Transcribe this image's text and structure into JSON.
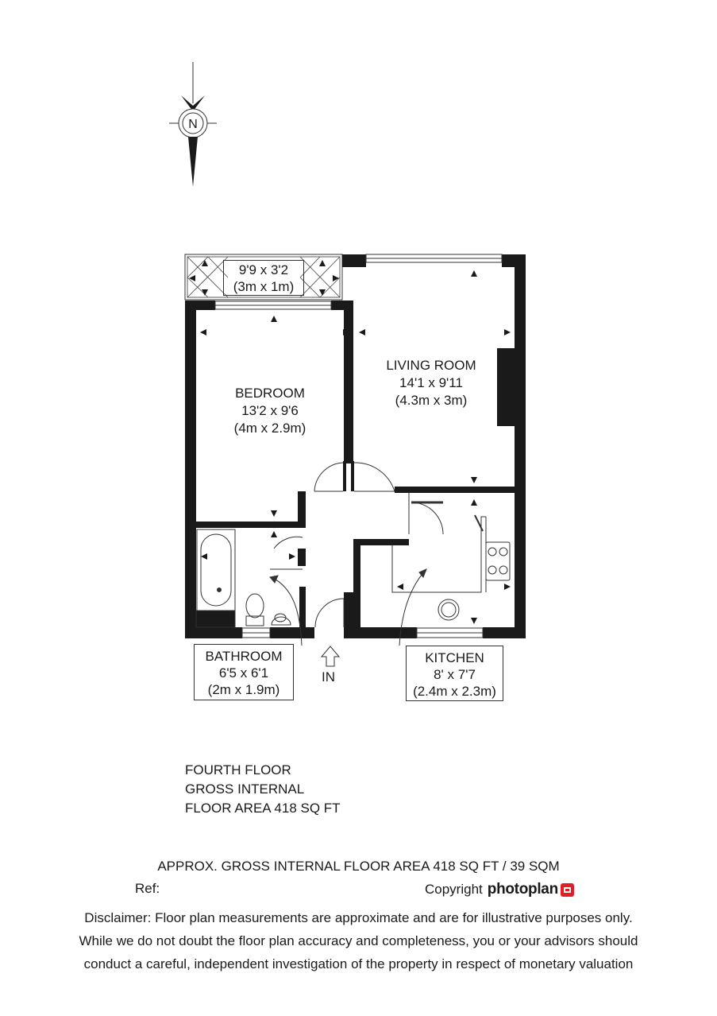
{
  "compass": {
    "letter": "N",
    "icon": "north-arrow-icon"
  },
  "rooms": {
    "balcony": {
      "dimensions_imperial": "9'9 x 3'2",
      "dimensions_metric": "(3m x 1m)"
    },
    "bedroom": {
      "name": "BEDROOM",
      "dimensions_imperial": "13'2 x 9'6",
      "dimensions_metric": "(4m x 2.9m)"
    },
    "living_room": {
      "name": "LIVING ROOM",
      "dimensions_imperial": "14'1 x 9'11",
      "dimensions_metric": "(4.3m x 3m)"
    },
    "bathroom": {
      "name": "BATHROOM",
      "dimensions_imperial": "6'5 x 6'1",
      "dimensions_metric": "(2m x 1.9m)"
    },
    "kitchen": {
      "name": "KITCHEN",
      "dimensions_imperial": "8' x 7'7",
      "dimensions_metric": "(2.4m x 2.3m)"
    }
  },
  "entrance": {
    "label": "IN"
  },
  "floor_info": {
    "line1": "FOURTH FLOOR",
    "line2": "GROSS INTERNAL",
    "line3": "FLOOR AREA 418 SQ FT"
  },
  "footer": {
    "area_summary": "APPROX. GROSS INTERNAL FLOOR AREA 418 SQ FT / 39 SQM",
    "ref_label": "Ref:",
    "copyright_label": "Copyright",
    "brand": "photoplan",
    "disclaimer_line1": "Disclaimer: Floor plan measurements are approximate and are for illustrative purposes only.",
    "disclaimer_line2": "While we do not doubt the floor plan accuracy and completeness, you or your advisors should",
    "disclaimer_line3": "conduct a careful, independent investigation of the property in respect of monetary valuation"
  },
  "colors": {
    "wall": "#1a1a1a",
    "line": "#333333",
    "brand_red": "#e21f26"
  }
}
